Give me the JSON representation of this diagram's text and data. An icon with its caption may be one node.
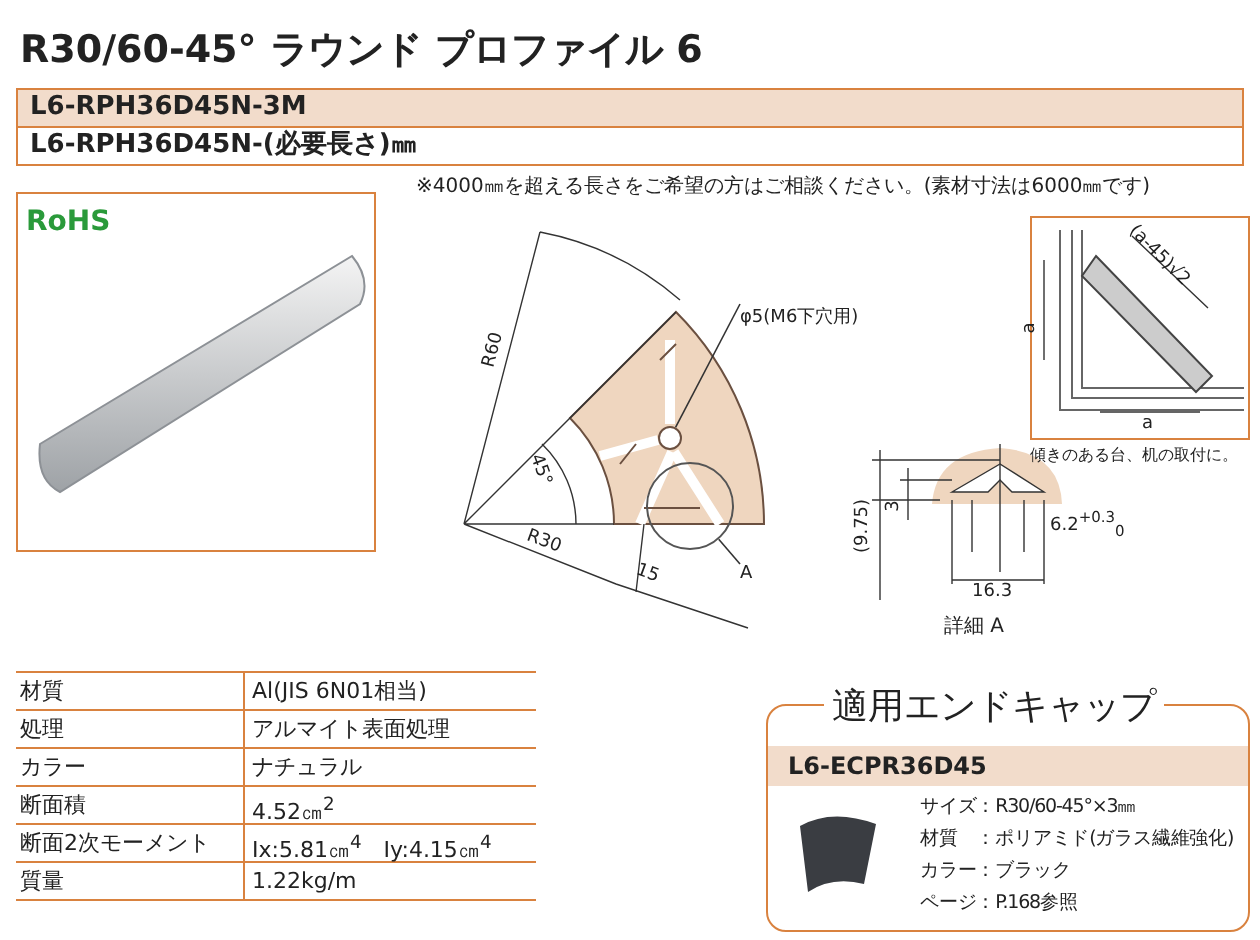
{
  "diagram": {
    "title": "R30/60-45°  ラウンド プロファイル 6",
    "nodes": [
      {
        "text": [
          "φ5(M6下穴用)"
        ]
      },
      {
        "text": [],
        "shape": "circle"
      },
      {
        "text": [
          "A"
        ]
      },
      {
        "text": [],
        "shape": "circle"
      },
      {
        "text": [
          "RoHS"
        ]
      },
      {
        "text": [
          "(a-45)√2",
          "a",
          "a"
        ],
        "beside": [
          "傾きのある台、机の取付に。"
        ]
      },
      {
        "text": [
          "適用エンドキャップ",
          "L6-ECPR36D45",
          "サイズ：R30/60-45°×3㎜",
          "材質　：ポリアミド(ガラス繊維強化)",
          "カラー：ブラック",
          "ページ：P.168参照"
        ]
      }
    ],
    "edges": [
      {
        "from": 0,
        "to": 1,
        "arrow": "none"
      },
      {
        "from": 2,
        "to": 3,
        "arrow": "none"
      }
    ],
    "labels": [
      "L6-RPH36D45N-3M",
      "L6-RPH36D45N-(必要長さ)㎜",
      "※4000㎜を超える長さをご希望の方はご相談ください。(素材寸法は6000㎜です)",
      "R60",
      "45°",
      "R30",
      "15",
      "(9.75)",
      "3",
      "6.2$^{+0.3}$$_{0}$",
      "16.3",
      "詳細 A",
      "材質",
      "Al(JIS 6N01相当)",
      "処理",
      "アルマイト表面処理",
      "カラー",
      "ナチュラル",
      "断面積",
      "4.52㎝$^{2}$",
      "断面2次モーメント",
      "Ix:5.81㎝$^{4}$　Iy:4.15㎝$^{4}$",
      "質量",
      "1.22kg/m"
    ]
  }
}
